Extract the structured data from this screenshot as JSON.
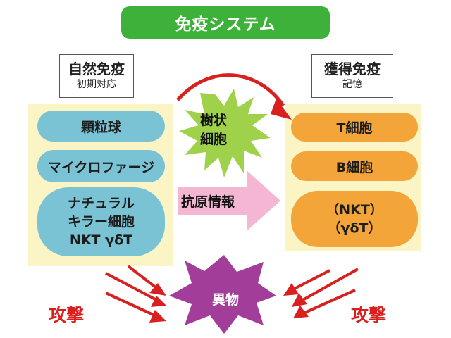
{
  "title": "免疫システム",
  "innate": {
    "title": "自然免疫",
    "subtitle": "初期対応"
  },
  "adaptive": {
    "title": "獲得免疫",
    "subtitle": "記憶"
  },
  "innate_cells": {
    "granulocyte": "顆粒球",
    "macrophage": "マイクロファージ",
    "nk_line1": "ナチュラル",
    "nk_line2": "キラー細胞",
    "nk_line3": "NKT γδT"
  },
  "adaptive_cells": {
    "t_cell": "T細胞",
    "b_cell": "B細胞",
    "nkt": "（NKT）",
    "gdt": "（γδT）"
  },
  "dendritic": {
    "line1": "樹状",
    "line2": "細胞"
  },
  "antigen_info": "抗原情報",
  "foreign_body": "異物",
  "attack_left": "攻撃",
  "attack_right": "攻撃",
  "colors": {
    "title_green": "#3db13a",
    "panel_yellow": "#fbf5c6",
    "innate_blue": "#79c3d4",
    "adaptive_orange": "#f3a53a",
    "dendritic_green": "#9fd24a",
    "antigen_pink": "#f4b6d2",
    "foreign_purple": "#a23d9a",
    "attack_red": "#d8211f"
  }
}
